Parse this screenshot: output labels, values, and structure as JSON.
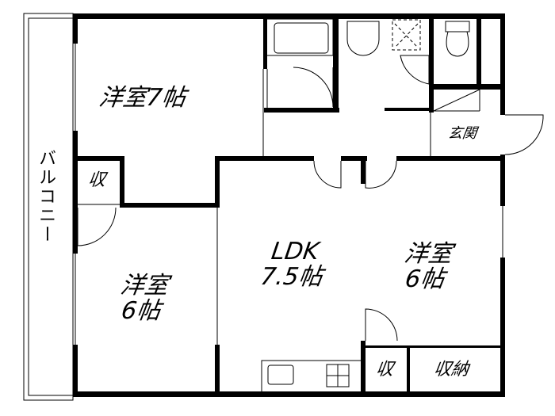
{
  "rooms": {
    "western_room_7": {
      "name": "洋室",
      "size": "7帖"
    },
    "western_room_6_left": {
      "name": "洋室",
      "size": "6帖"
    },
    "ldk": {
      "name": "LDK",
      "size": "7.5帖"
    },
    "western_room_6_right": {
      "name": "洋室",
      "size": "6帖"
    },
    "entrance": "玄関",
    "balcony": "バルコニー",
    "closet_left": "収",
    "closet_bottom": "収",
    "storage": "収納"
  }
}
